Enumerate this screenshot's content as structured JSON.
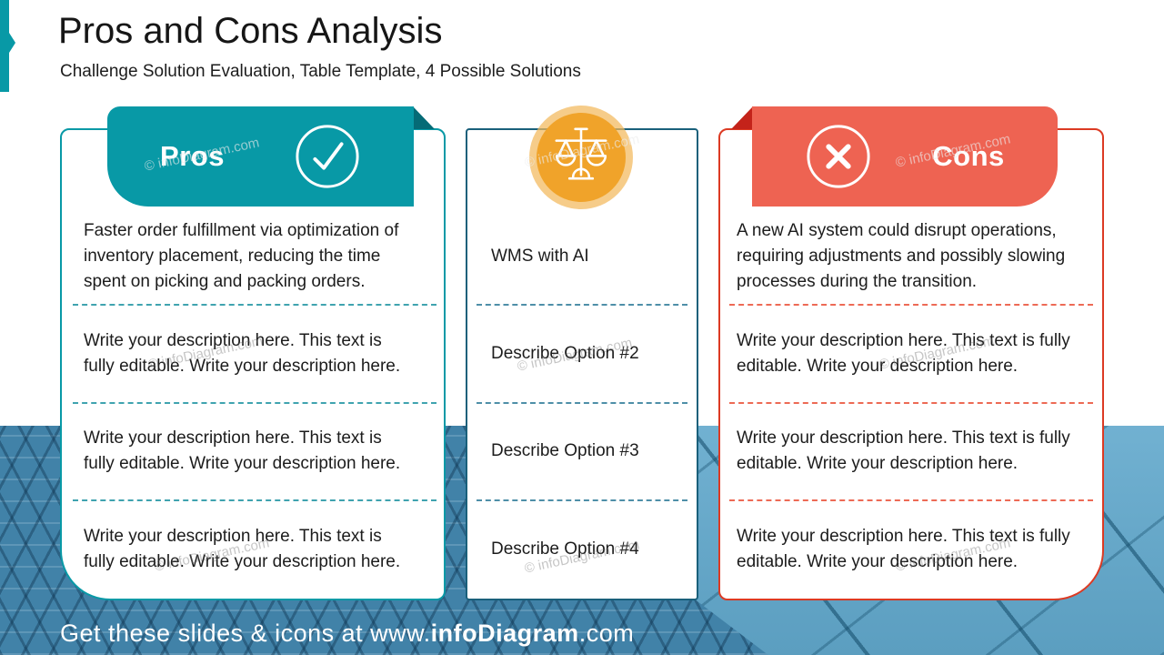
{
  "slide": {
    "title": "Pros and Cons Analysis",
    "subtitle": "Challenge Solution Evaluation, Table Template, 4 Possible Solutions"
  },
  "watermark": "© infoDiagram.com",
  "colors": {
    "pros_accent": "#0899A6",
    "pros_fold": "#056B76",
    "options_accent": "#F0A32A",
    "options_border": "#1A607B",
    "cons_accent": "#EE6352",
    "cons_border": "#DC3A23",
    "cons_fold": "#C4231A"
  },
  "columns": {
    "pros": {
      "label": "Pros",
      "icon": "check-circle-icon",
      "rows": [
        "Faster order fulfillment via optimization of inventory placement, reducing the time spent on picking and packing orders.",
        "Write your description here. This text is fully editable. Write your description here.",
        "Write your description here. This text is fully editable. Write your description here.",
        "Write your description here. This text is fully editable. Write your description here."
      ]
    },
    "options": {
      "icon": "balance-scale-icon",
      "rows": [
        "WMS with AI",
        "Describe Option #2",
        "Describe Option #3",
        "Describe Option #4"
      ]
    },
    "cons": {
      "label": "Cons",
      "icon": "x-circle-icon",
      "rows": [
        "A new AI system could disrupt operations, requiring adjustments and possibly slowing processes during the transition.",
        "Write your description here. This text is fully editable. Write your description here.",
        "Write your description here. This text is fully editable. Write your description here.",
        "Write your description here. This text is fully editable. Write your description here."
      ]
    }
  },
  "footer": {
    "prefix": "Get these slides & icons at www.",
    "brand": "infoDiagram",
    "suffix": ".com"
  }
}
